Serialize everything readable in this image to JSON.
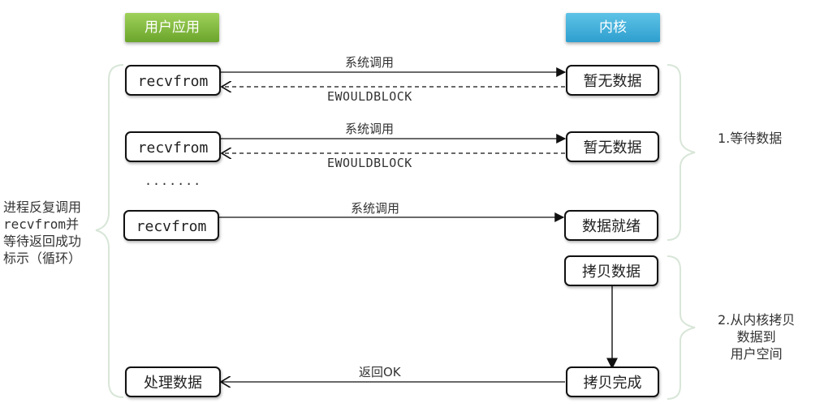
{
  "headers": {
    "user": "用户应用",
    "kernel": "内核"
  },
  "user_boxes": [
    "recvfrom",
    "recvfrom",
    "recvfrom",
    "处理数据"
  ],
  "kernel_boxes": [
    "暂无数据",
    "暂无数据",
    "数据就绪",
    "拷贝数据",
    "拷贝完成"
  ],
  "arrows": {
    "syscall": [
      "系统调用",
      "系统调用",
      "系统调用"
    ],
    "ewouldblock": [
      "EWOULDBLOCK",
      "EWOULDBLOCK"
    ],
    "return_ok": "返回OK"
  },
  "ellipsis": ".......",
  "left_note": [
    "进程反复调用",
    "recvfrom并",
    "等待返回成功",
    "标示（循环）"
  ],
  "phases": {
    "phase1": "1.等待数据",
    "phase2": [
      "2.从内核拷贝",
      "数据到",
      "用户空间"
    ]
  }
}
